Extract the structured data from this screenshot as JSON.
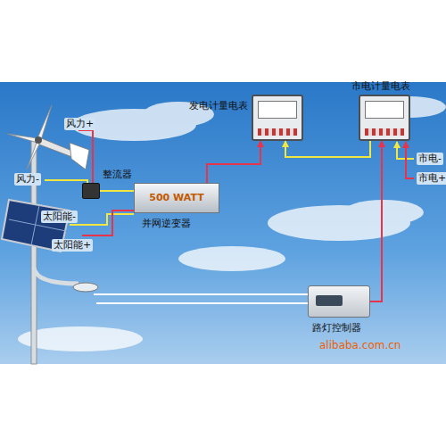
{
  "diagram": {
    "nodes": [
      {
        "text": [
          "整流器"
        ]
      },
      {
        "text": [
          "500 WATT",
          "并网逆变器"
        ]
      },
      {
        "text": [
          "发电计量电表"
        ]
      },
      {
        "text": [
          "市电计量电表"
        ]
      },
      {
        "text": [
          "路灯控制器"
        ]
      }
    ],
    "edges": [
      {
        "from": 0,
        "to": 1,
        "arrow": "none"
      },
      {
        "from": 1,
        "to": 2,
        "arrow": "to"
      },
      {
        "from": 3,
        "to": 2,
        "arrow": "to"
      },
      {
        "from": 4,
        "to": 3,
        "arrow": "to"
      }
    ],
    "labels": [
      "风力+",
      "风力-",
      "太阳能-",
      "太阳能+",
      "市电-",
      "市电+",
      "alibaba.com.cn"
    ]
  }
}
